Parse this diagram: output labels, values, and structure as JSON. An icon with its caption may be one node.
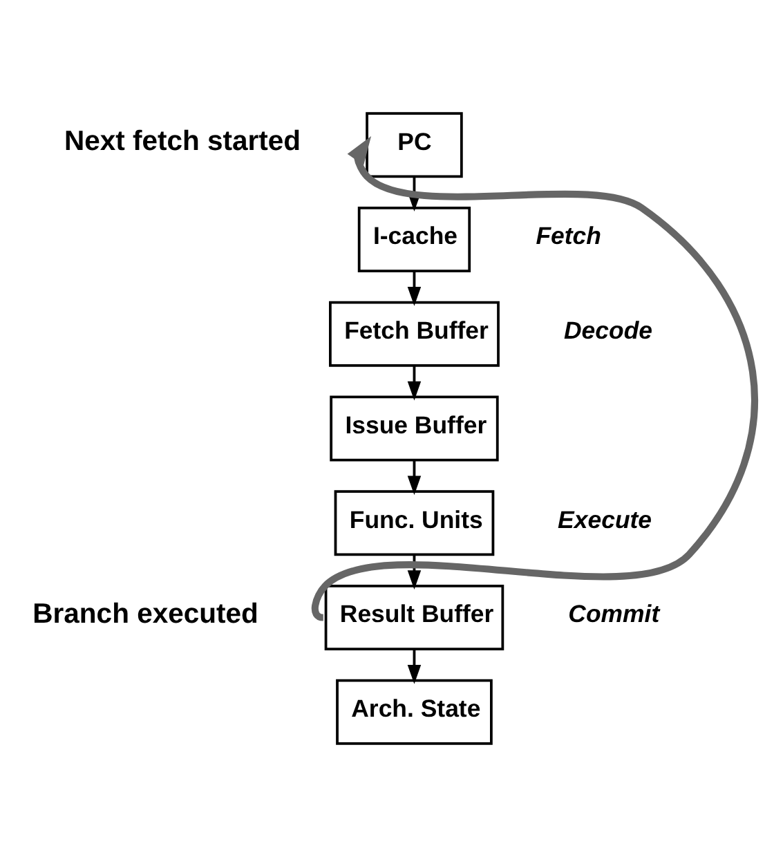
{
  "diagram": {
    "nodes": [
      {
        "text": [
          "PC"
        ]
      },
      {
        "text": [
          "I-cache"
        ]
      },
      {
        "text": [
          "Fetch Buffer"
        ]
      },
      {
        "text": [
          "Issue Buffer"
        ]
      },
      {
        "text": [
          "Func. Units"
        ]
      },
      {
        "text": [
          "Result Buffer"
        ]
      },
      {
        "text": [
          "Arch. State"
        ]
      }
    ],
    "edges": [
      {
        "from": 0,
        "to": 1,
        "arrow": "to"
      },
      {
        "from": 1,
        "to": 2,
        "arrow": "to"
      },
      {
        "from": 2,
        "to": 3,
        "arrow": "to"
      },
      {
        "from": 3,
        "to": 4,
        "arrow": "to"
      },
      {
        "from": 4,
        "to": 5,
        "arrow": "to"
      },
      {
        "from": 5,
        "to": 6,
        "arrow": "to"
      },
      {
        "from": 5,
        "to": 0,
        "arrow": "to",
        "style": "thick",
        "color": "#666666"
      }
    ],
    "labels": [
      "Next fetch started",
      "Fetch",
      "Decode",
      "Execute",
      "Branch executed",
      "Commit"
    ]
  }
}
